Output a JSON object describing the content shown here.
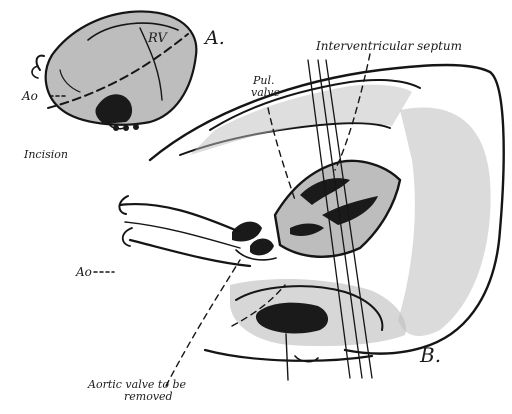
{
  "figure": {
    "panel_a_label": "A.",
    "panel_b_label": "B.",
    "labels": {
      "rv": "RV",
      "ao_inset": "Ao",
      "incision": "Incision",
      "interventricular_septum": "Interventricular septum",
      "pul_valve_line1": "Pul.",
      "pul_valve_line2": "valve",
      "ao_main": "Ao",
      "aortic_valve_line1": "Aortic valve to be",
      "aortic_valve_line2": "removed"
    }
  }
}
